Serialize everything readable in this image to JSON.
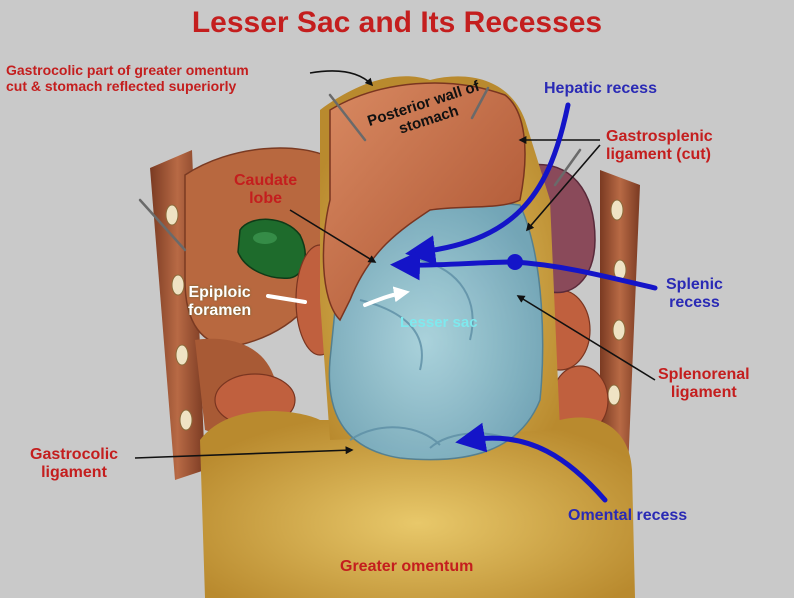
{
  "title": "Lesser Sac and Its Recesses",
  "labels": {
    "gastrocolic_omentum_line1": "Gastrocolic part of greater omentum",
    "gastrocolic_omentum_line2": "cut & stomach reflected superiorly",
    "hepatic_recess": "Hepatic recess",
    "gastrosplenic_line1": "Gastrosplenic",
    "gastrosplenic_line2": "ligament (cut)",
    "posterior_wall": "Posterior wall of stomach",
    "caudate_line1": "Caudate",
    "caudate_line2": "lobe",
    "epiploic_line1": "Epiploic",
    "epiploic_line2": "foramen",
    "lesser_sac": "Lesser sac",
    "splenic_line1": "Splenic",
    "splenic_line2": "recess",
    "splenorenal_line1": "Splenorenal",
    "splenorenal_line2": "ligament",
    "gastrocolic_lig_line1": "Gastrocolic",
    "gastrocolic_lig_line2": "ligament",
    "omental_recess": "Omental recess",
    "greater_omentum": "Greater omentum"
  },
  "colors": {
    "title": "#c41e1e",
    "red_label": "#c41e1e",
    "blue_label": "#2a2ab5",
    "arrow_blue": "#1414c8",
    "lesser_sac": "#8fc3d6",
    "stomach": "#c8704a",
    "fat": "#d9b24a",
    "liver": "#b8683f",
    "gallbladder": "#1e6b2c",
    "background": "#c9c9c9"
  }
}
